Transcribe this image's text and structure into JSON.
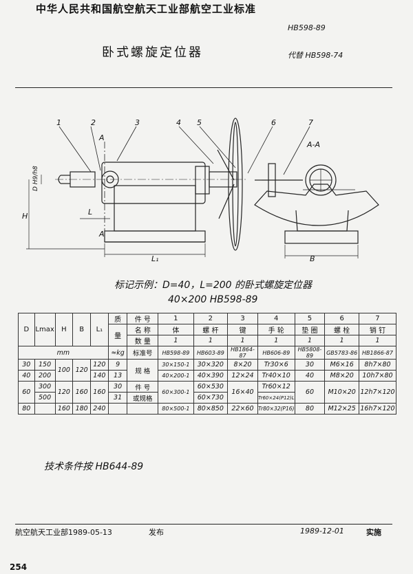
{
  "header": {
    "org_title": "中华人民共和国航空航天工业部航空工业标准",
    "std_code": "HB598-89",
    "doc_title": "卧式螺旋定位器",
    "replaces": "代替 HB598-74"
  },
  "drawing": {
    "callouts": [
      "1",
      "2",
      "3",
      "4",
      "5",
      "6",
      "7"
    ],
    "section_label": "A",
    "section_title": "A-A",
    "dim_dia": "D H9/h8",
    "dim_h": "H",
    "dim_l": "L",
    "dim_l1": "L₁",
    "dim_b": "B"
  },
  "marking": {
    "line1": "标记示例：D=40，L=200 的卧式螺旋定位器",
    "line2": "40×200  HB598-89"
  },
  "table": {
    "head_row1": [
      "D",
      "Lmax",
      "H",
      "B",
      "L₁",
      "质",
      "件 号",
      "1",
      "2",
      "3",
      "4",
      "5",
      "6",
      "7"
    ],
    "head_row2": [
      "量",
      "名 称",
      "体",
      "螺 杆",
      "键",
      "手 轮",
      "垫 圈",
      "螺 栓",
      "销 钉"
    ],
    "head_row3": [
      "数 量",
      "1",
      "1",
      "1",
      "1",
      "1",
      "1",
      "1"
    ],
    "units": "mm",
    "mass_unit": "≈kg",
    "std_label": "标准号",
    "std_numbers": [
      "HB598-89",
      "HB603-89",
      "HB1864-87",
      "HB606-89",
      "HB5808-89",
      "GB5783-86",
      "HB1866-87"
    ],
    "spec_label_1": "规 格",
    "spec_label_2": "件 号",
    "spec_label_3": "或规格",
    "rows": [
      {
        "D": "30",
        "L": "150",
        "H": "",
        "B": "",
        "L1": "120",
        "m": "9",
        "c1": "30×150-1",
        "c2": "30×320",
        "c3": "8×20",
        "c4": "Tr30×6",
        "c5": "30",
        "c6": "M6×16",
        "c7": "8h7×80"
      },
      {
        "D": "40",
        "L": "200",
        "H": "100",
        "B": "120",
        "L1": "140",
        "m": "13",
        "c1": "40×200-1",
        "c2": "40×390",
        "c3": "12×24",
        "c4": "Tr40×10",
        "c5": "40",
        "c6": "M8×20",
        "c7": "10h7×80"
      },
      {
        "D": "60",
        "L": "300",
        "H": "120",
        "B": "160",
        "L1": "160",
        "m": "30",
        "c1": "60×300-1",
        "c2": "60×530",
        "c3": "16×40",
        "c4": "Tr60×12",
        "c5": "60",
        "c6": "M10×20",
        "c7": "12h7×120"
      },
      {
        "D": "",
        "L": "500",
        "H": "",
        "B": "",
        "L1": "",
        "m": "31",
        "c1": "",
        "c2": "60×730",
        "c3": "",
        "c4": "Tr60×24(P12)L",
        "c5": "",
        "c6": "",
        "c7": ""
      },
      {
        "D": "80",
        "L": "",
        "H": "160",
        "B": "180",
        "L1": "240",
        "m": "",
        "c1": "80×500-1",
        "c2": "80×850",
        "c3": "22×60",
        "c4": "Tr80×32(P16)",
        "c5": "80",
        "c6": "M12×25",
        "c7": "16h7×120"
      }
    ]
  },
  "technical": "技术条件按 HB644-89",
  "footer": {
    "left": "航空航天工业部1989-05-13",
    "mid": "发布",
    "date": "1989-12-01",
    "right": "实施"
  },
  "page_number": "254"
}
